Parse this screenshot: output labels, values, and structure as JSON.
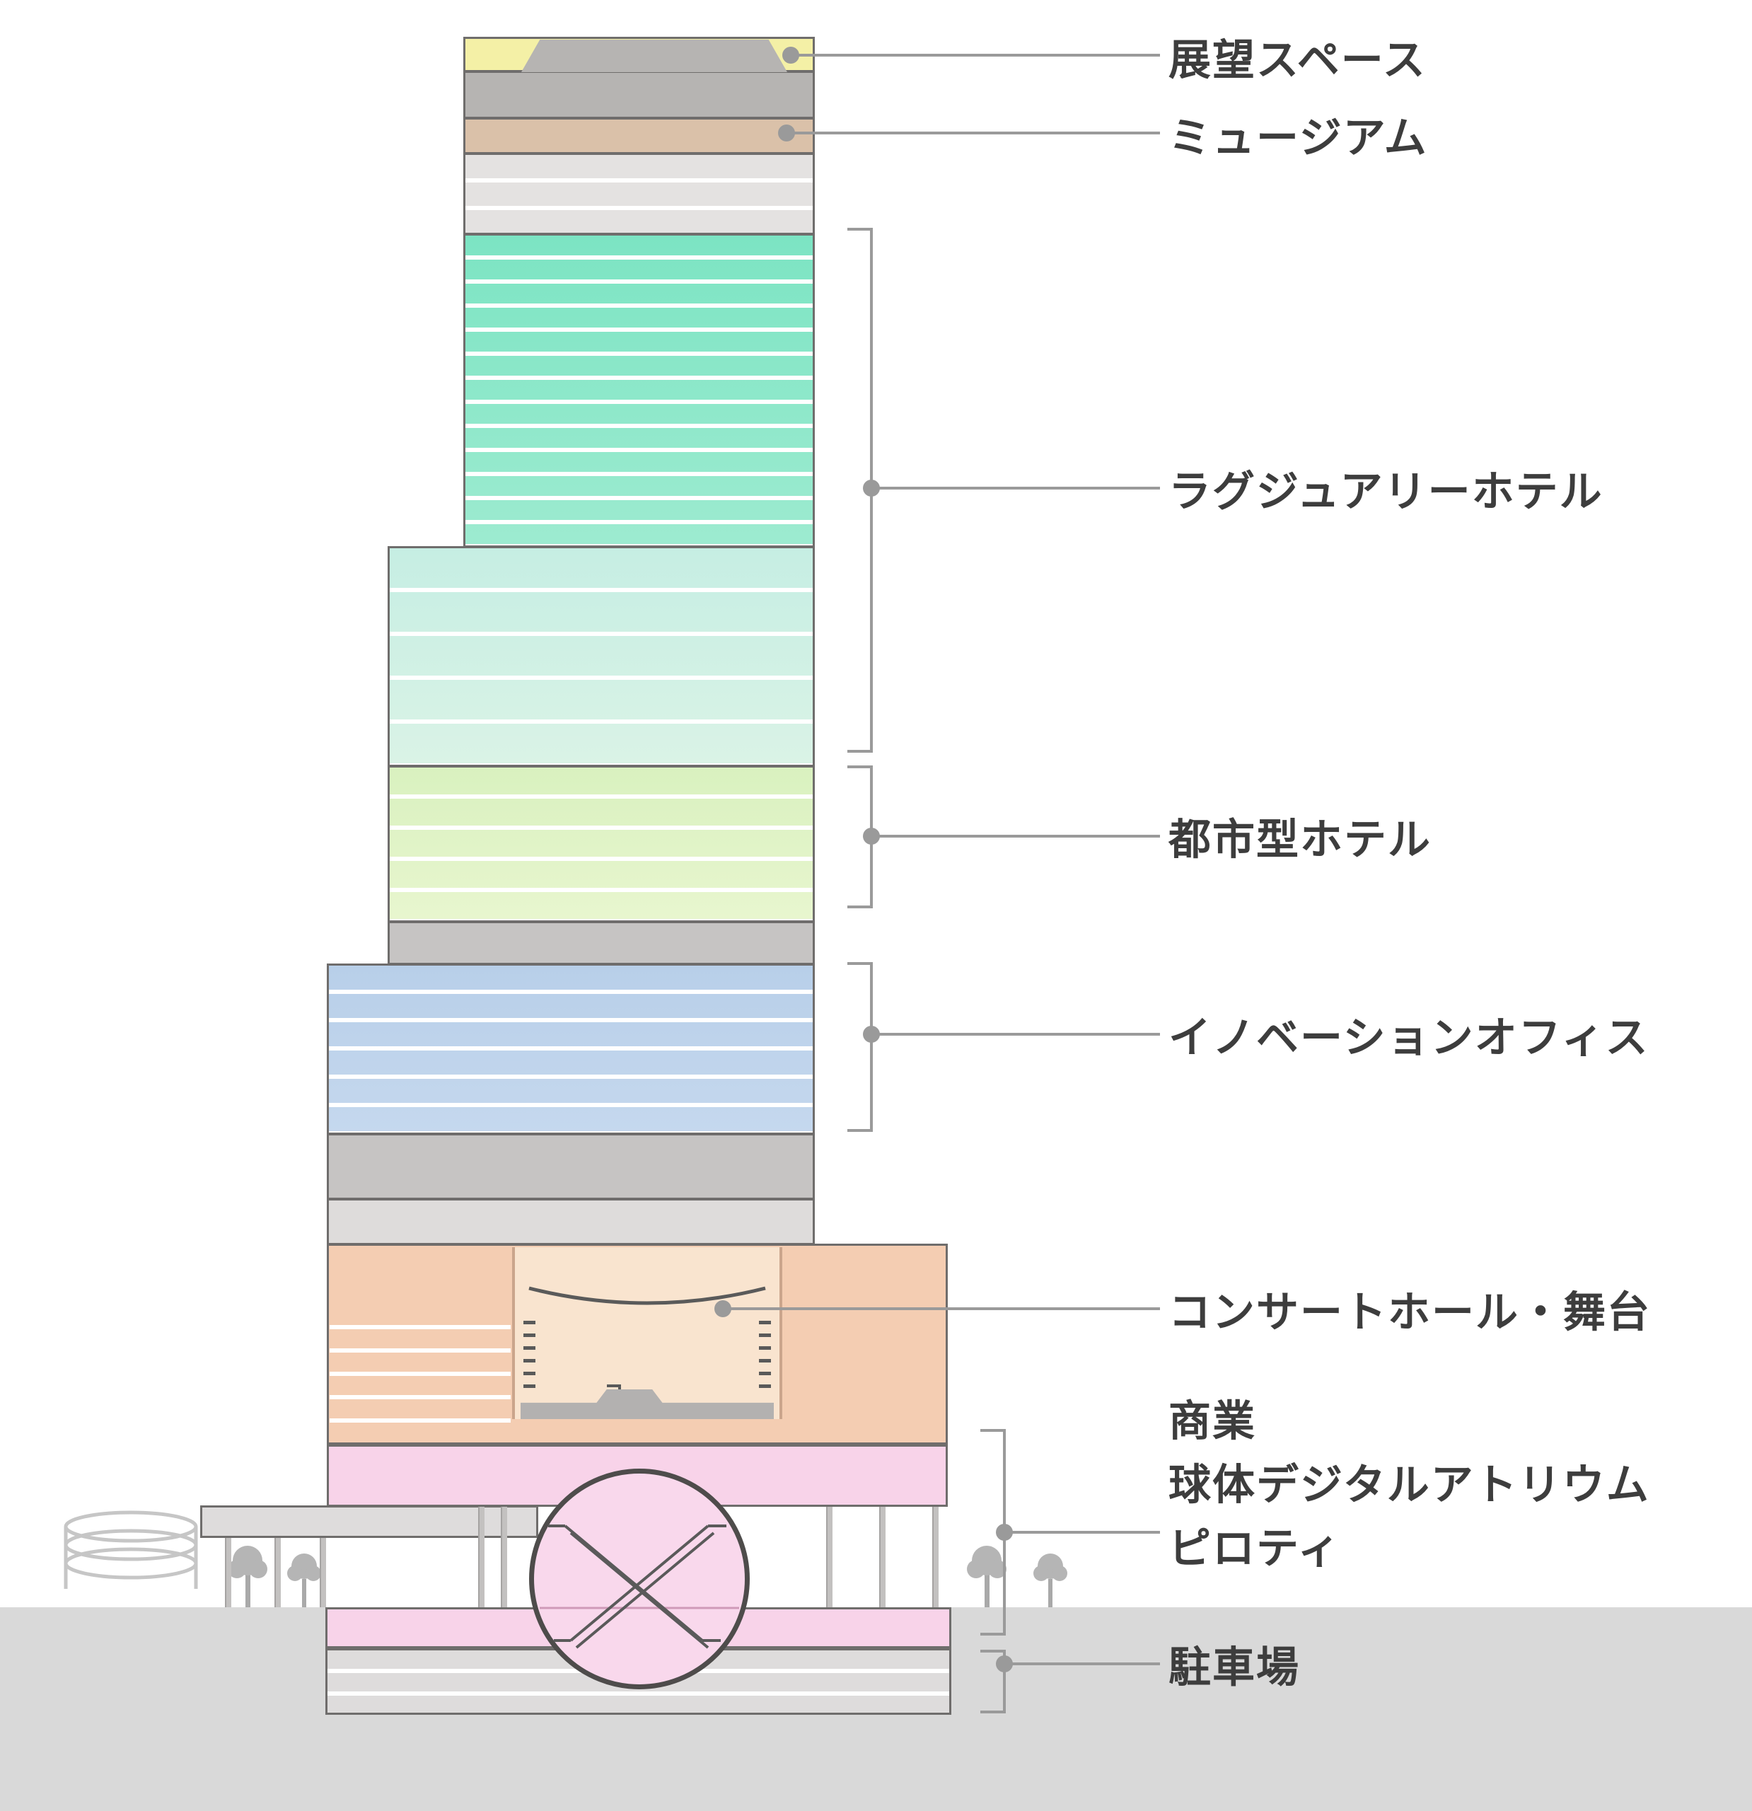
{
  "diagram": {
    "type": "building-cross-section",
    "labels": {
      "observation": "展望スペース",
      "museum": "ミュージアム",
      "luxury_hotel": "ラグジュアリーホテル",
      "urban_hotel": "都市型ホテル",
      "innovation_office": "イノベーションオフィス",
      "concert_hall": "コンサートホール・舞台",
      "commercial": "商業",
      "sphere_atrium": "球体デジタルアトリウム",
      "pilotis": "ピロティ",
      "parking": "駐車場"
    }
  },
  "colors": {
    "observation_band": "#f4f0a6",
    "crown_gray": "#b6b4b2",
    "museum_band": "#dac1a9",
    "gray_floor": "#e4e2e1",
    "luxury_top": "#7ce4c3",
    "luxury_bottom": "#9debd0",
    "aqua_top": "#c6eee3",
    "aqua_bottom": "#daf3e6",
    "urban_top": "#d9f1bf",
    "urban_bottom": "#e8f6cf",
    "office_blue": "#b8cfe9",
    "office_blue2": "#c5d8ee",
    "mech_gray": "#c6c4c3",
    "mech_gray_light": "#dedcdb",
    "concert_peach": "#f4cdb2",
    "concert_cavity": "#f9e4cf",
    "stage_gray": "#b3b1b0",
    "pink": "#f8d3e9",
    "pink_base": "#f9d8ec",
    "base_gray": "#dedcdc",
    "ground": "#d9d9d9",
    "outline": "#6f6d6c",
    "line_gray": "#9a9a9a",
    "label_text": "#3d3d3d",
    "tree_gray": "#b5b5b5",
    "sphere_outline": "#4e4c4b",
    "detail_line": "#5a5a5a"
  }
}
